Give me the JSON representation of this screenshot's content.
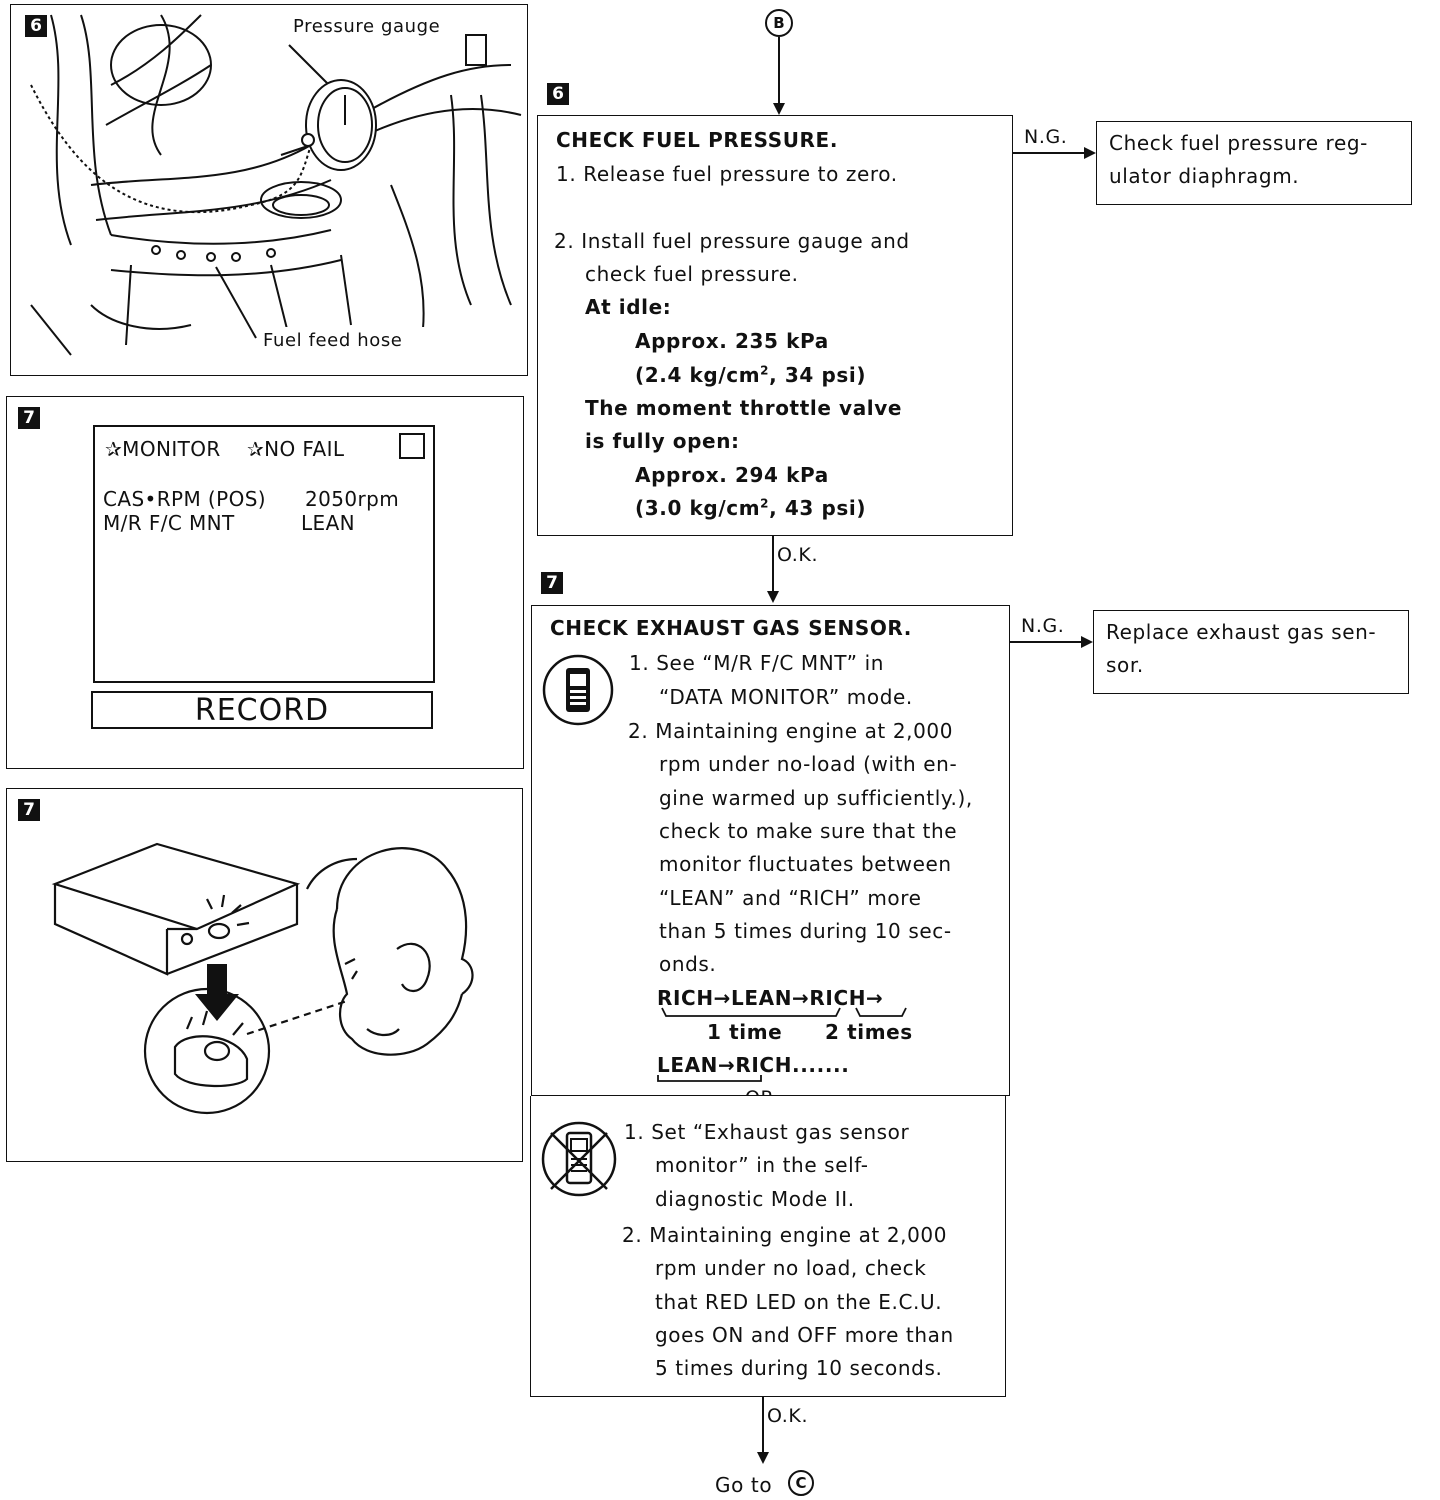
{
  "left": {
    "fig6": {
      "badge": "6",
      "label_gauge": "Pressure gauge",
      "label_hose": "Fuel feed hose"
    },
    "fig7a": {
      "badge": "7",
      "header_monitor": "✰MONITOR",
      "header_nofail": "✰NO FAIL",
      "row1_label": "CAS•RPM (POS)",
      "row1_value": "2050rpm",
      "row2_label": "M/R F/C MNT",
      "row2_value": "LEAN",
      "record_label": "RECORD"
    },
    "fig7b": {
      "badge": "7"
    }
  },
  "flow": {
    "start_connector": "B",
    "step6": {
      "badge": "6",
      "title": "CHECK FUEL PRESSURE.",
      "item1": "1.  Release fuel pressure to zero.",
      "item2a": "2.  Install fuel pressure gauge and",
      "item2b": "check fuel pressure.",
      "idle_label": "At idle:",
      "idle_val1": "Approx. 235 kPa",
      "idle_val2_pre": "(2.4 kg/cm",
      "idle_val2_sup": "2",
      "idle_val2_post": ", 34 psi)",
      "open_label1": "The moment throttle valve",
      "open_label2": "is fully open:",
      "open_val1": "Approx. 294 kPa",
      "open_val2_pre": "(3.0 kg/cm",
      "open_val2_sup": "2",
      "open_val2_post": ", 43 psi)",
      "ng_label": "N.G.",
      "ng_text1": "Check fuel pressure reg-",
      "ng_text2": "ulator diaphragm.",
      "ok_label": "O.K."
    },
    "step7": {
      "badge": "7",
      "title": "CHECK EXHAUST GAS SENSOR.",
      "a1_l1": "1.  See “M/R F/C MNT” in",
      "a1_l2": "“DATA MONITOR” mode.",
      "a2_l1": "2.  Maintaining engine at 2,000",
      "a2_l2": "rpm under no-load (with en-",
      "a2_l3": "gine warmed up sufficiently.),",
      "a2_l4": "check to make sure that the",
      "a2_l5": "monitor fluctuates between",
      "a2_l6": "“LEAN” and “RICH” more",
      "a2_l7": "than 5 times during 10 sec-",
      "a2_l8": "onds.",
      "seq1": "RICH→LEAN→RICH→",
      "seq_t1": "1 time",
      "seq_t2": "2 times",
      "seq2": "LEAN→RICH.......",
      "or_label": "OR",
      "b1_l1": "1.  Set “Exhaust gas sensor",
      "b1_l2": "monitor” in the self-",
      "b1_l3": "diagnostic Mode II.",
      "b2_l1": "2.  Maintaining engine at 2,000",
      "b2_l2": "rpm under no load, check",
      "b2_l3": "that RED LED on the E.C.U.",
      "b2_l4": "goes ON and OFF more than",
      "b2_l5": "5 times during 10 seconds.",
      "ng_label": "N.G.",
      "ng_text1": "Replace exhaust gas sen-",
      "ng_text2": "sor.",
      "ok_label": "O.K.",
      "goto_label": "Go to",
      "goto_connector": "C"
    }
  }
}
